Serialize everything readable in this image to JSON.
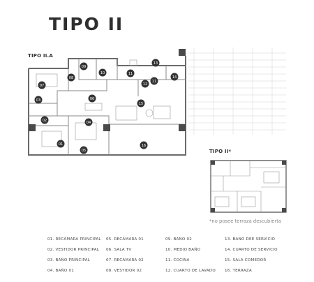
{
  "title": "TIPO II",
  "plan_a_label": "TIPO II.A",
  "plan_b_label": "TIPO II*",
  "note": "*no posee terraza descubierta",
  "colors": {
    "wall": "#6b6b6b",
    "marker": "#333333",
    "hatch": "#bdbdbd",
    "text": "#3a3a3a"
  },
  "markers": [
    "01",
    "02",
    "03",
    "04",
    "05",
    "06",
    "07",
    "08",
    "09",
    "10",
    "11",
    "11",
    "12",
    "13",
    "14",
    "15",
    "16"
  ],
  "legend": [
    [
      "01. RECÁMARA PRINCIPAL",
      "02. VESTIDOR PRINCIPAL",
      "03. BAÑO PRINCIPAL",
      "04. BAÑO 01"
    ],
    [
      "05. RECÁMARA 01",
      "06. SALA TV",
      "07. RECÁMARA 02",
      "08. VESTIDOR 02"
    ],
    [
      "09. BAÑO 02",
      "10. MEDIO BAÑO",
      "11. COCINA",
      "12. CUARTO DE LAVADO"
    ],
    [
      "13. BAÑO DEE SERVICIO",
      "14. CUARTO DE SERVICIO",
      "15. SALA COMEDOR",
      "16. TERRAZA"
    ]
  ]
}
